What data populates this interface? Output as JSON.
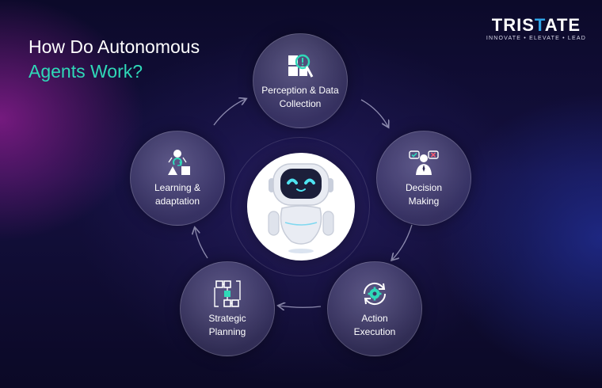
{
  "title": {
    "line1": "How Do Autonomous",
    "line2": "Agents Work?"
  },
  "logo": {
    "brand_part1": "TRIS",
    "brand_accent": "T",
    "brand_part2": "ATE",
    "tagline": "INNOVATE • ELEVATE • LEAD"
  },
  "colors": {
    "accent_teal": "#2fd9b8",
    "brand_blue": "#2fa3e6",
    "background": "#0d0b2e"
  },
  "center": {
    "icon": "robot-icon"
  },
  "steps": [
    {
      "label": "Perception & Data\nCollection",
      "icon": "puzzle-search-icon"
    },
    {
      "label": "Decision\nMaking",
      "icon": "person-choices-icon"
    },
    {
      "label": "Action\nExecution",
      "icon": "gear-refresh-icon"
    },
    {
      "label": "Strategic\nPlanning",
      "icon": "flowchart-icon"
    },
    {
      "label": "Learning &\nadaptation",
      "icon": "shapes-cycle-icon"
    }
  ]
}
